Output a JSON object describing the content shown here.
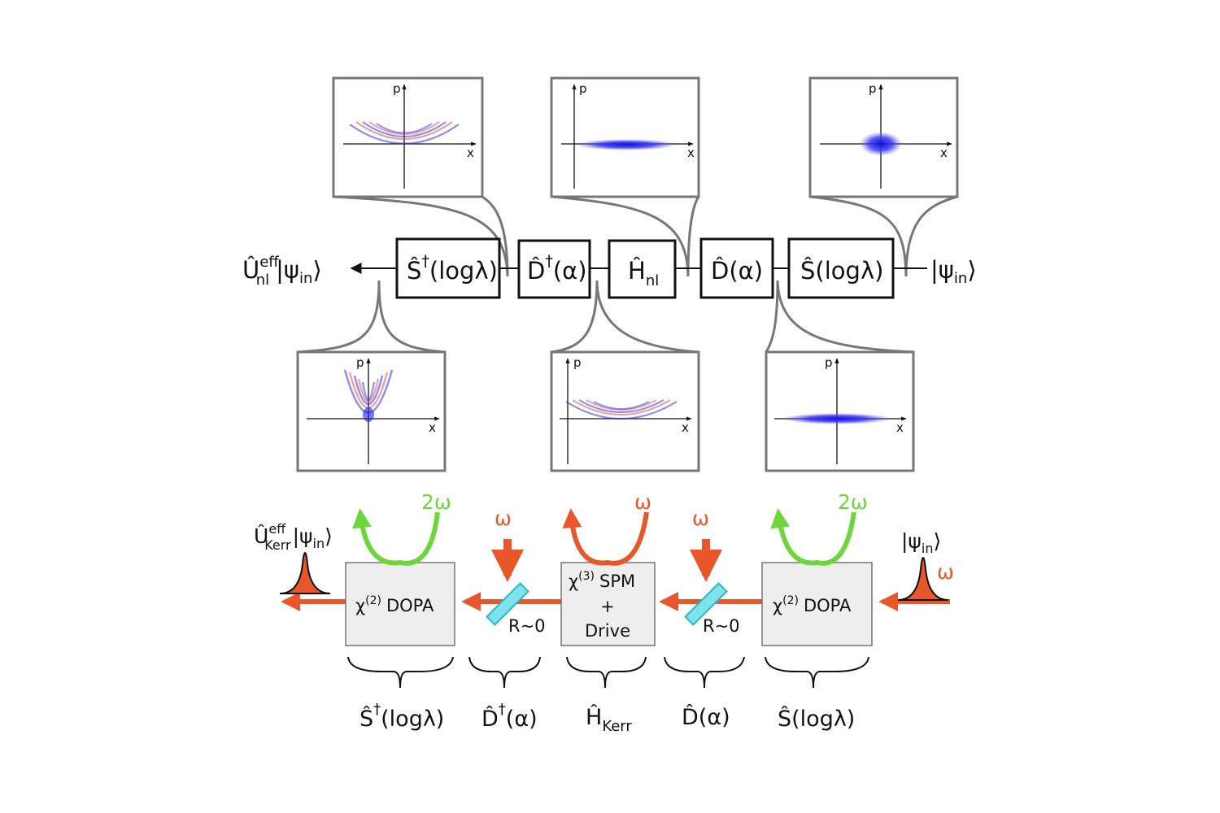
{
  "colors": {
    "orange": "#e8562a",
    "green": "#6dd63a",
    "cyan": "#7fe3ee",
    "box_gray": "#eeeeee",
    "frame_gray": "#777777",
    "blue": "#1a1ae6",
    "red": "#d94040"
  },
  "chain": {
    "output_op": "Û",
    "output_sup": "eff",
    "output_sub": "nl",
    "output_state_symbol": "|ψ",
    "output_state_sub": "in",
    "output_state_close": "⟩",
    "input_state_symbol": "|ψ",
    "input_state_sub": "in",
    "input_state_close": "⟩",
    "gate_s_dagger": "Ŝ",
    "gate_s_dagger_sup": "†",
    "gate_s_dagger_arg": "(logλ)",
    "gate_d_dagger": "D̂",
    "gate_d_dagger_sup": "†",
    "gate_d_dagger_arg": "(α)",
    "gate_h": "Ĥ",
    "gate_h_sub": "nl",
    "gate_d": "D̂",
    "gate_d_arg": "(α)",
    "gate_s": "Ŝ",
    "gate_s_arg": "(logλ)"
  },
  "phase_space": {
    "p_label": "p",
    "x_label": "x"
  },
  "optics": {
    "output_op": "Û",
    "output_sup": "eff",
    "output_sub": "Kerr",
    "output_state_symbol": "|ψ",
    "output_state_sub": "in",
    "output_state_close": "⟩",
    "input_state_symbol": "|ψ",
    "input_state_sub": "in",
    "input_state_close": "⟩",
    "input_freq": "ω",
    "dopa_prefix": "χ",
    "dopa_sup": "(2)",
    "dopa_label": "DOPA",
    "spm_prefix": "χ",
    "spm_sup": "(3)",
    "spm_label": "SPM",
    "spm_plus": "+",
    "spm_drive": "Drive",
    "pump_2w": "2ω",
    "pump_w": "ω",
    "bs_label": "R~0"
  },
  "braces": {
    "s_dagger": "Ŝ",
    "s_dagger_sup": "†",
    "s_dagger_arg": "(logλ)",
    "d_dagger": "D̂",
    "d_dagger_sup": "†",
    "d_dagger_arg": "(α)",
    "h_kerr": "Ĥ",
    "h_kerr_sub": "Kerr",
    "d": "D̂",
    "d_arg": "(α)",
    "s": "Ŝ",
    "s_arg": "(logλ)"
  }
}
